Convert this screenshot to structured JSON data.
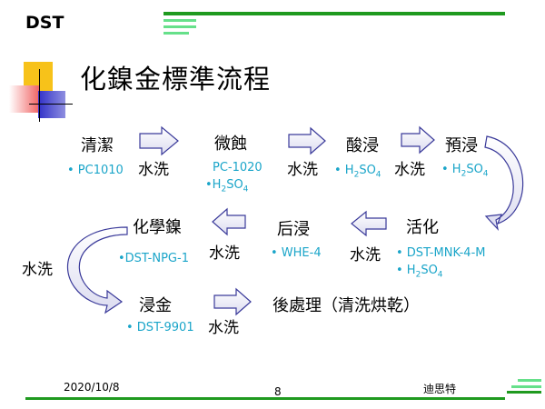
{
  "header": {
    "logo": "DST",
    "title": "化鎳金標準流程"
  },
  "steps": {
    "s1": {
      "name": "清潔",
      "chem": "• PC1010"
    },
    "s2": {
      "name": "微蝕",
      "chem1": "PC-1020",
      "chem2_prefix": "•H",
      "chem2_sub1": "2",
      "chem2_mid": "SO",
      "chem2_sub2": "4"
    },
    "s3": {
      "name": "酸浸",
      "chem_prefix": "• H",
      "chem_sub1": "2",
      "chem_mid": "SO",
      "chem_sub2": "4"
    },
    "s4": {
      "name": "預浸",
      "chem_prefix": "• H",
      "chem_sub1": "2",
      "chem_mid": "SO",
      "chem_sub2": "4"
    },
    "s5": {
      "name": "活化",
      "chem1": "• DST-MNK-4-M",
      "chem2_prefix": "• H",
      "chem2_sub1": "2",
      "chem2_mid": "SO",
      "chem2_sub2": "4"
    },
    "s6": {
      "name": "后浸",
      "chem": "• WHE-4"
    },
    "s7": {
      "name": "化學鎳",
      "chem": "•DST-NPG-1"
    },
    "s8": {
      "name": "浸金",
      "chem": "• DST-9901"
    },
    "s9": {
      "name": "後處理（清洗烘乾）"
    }
  },
  "water_rinse": "水洗",
  "footer": {
    "date": "2020/10/8",
    "page": "8",
    "company": "迪思特"
  }
}
